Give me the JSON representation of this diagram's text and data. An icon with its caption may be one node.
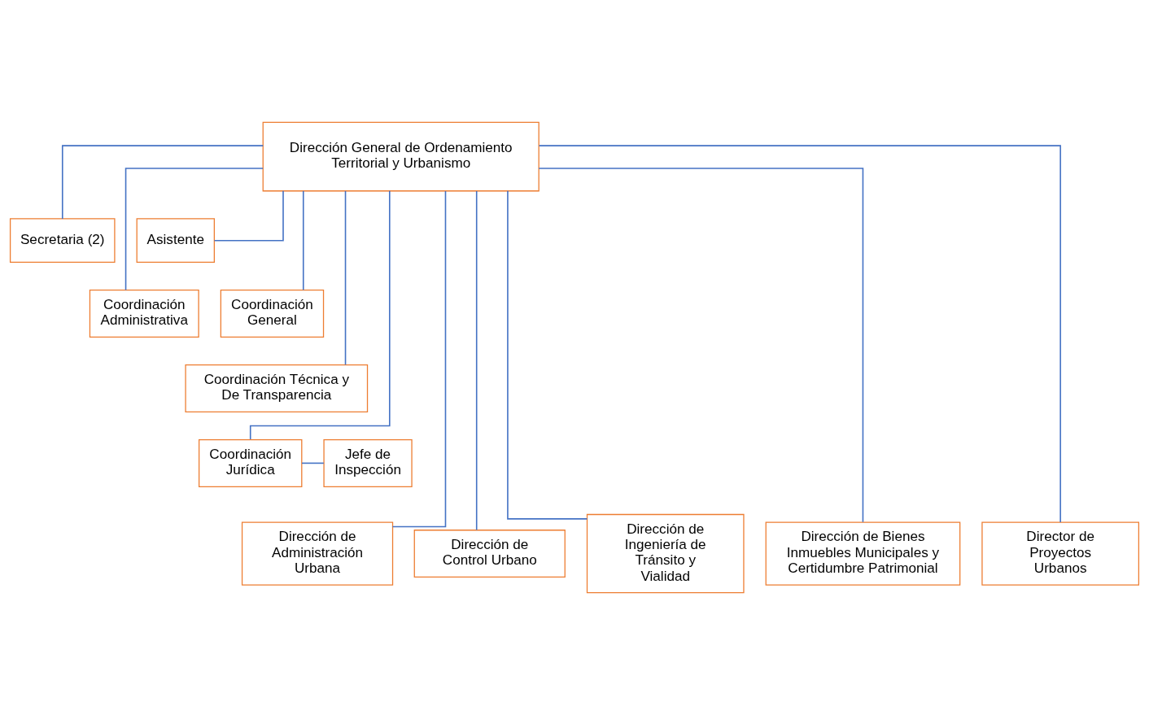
{
  "diagram": {
    "nodes": [
      {
        "text": [
          "Dirección General de Ordenamiento Territorial y Urbanismo"
        ]
      },
      {
        "text": [
          "Secretaria (2)"
        ]
      },
      {
        "text": [
          "Asistente"
        ]
      },
      {
        "text": [
          "Coordinación Administrativa"
        ]
      },
      {
        "text": [
          "Coordinación General"
        ]
      },
      {
        "text": [
          "Coordinación Técnica y De Transparencia"
        ]
      },
      {
        "text": [
          "Jefe de Inspección"
        ]
      },
      {
        "text": [
          "Coordinación Jurídica"
        ]
      },
      {
        "text": [
          "Dirección de Administración Urbana"
        ]
      },
      {
        "text": [
          "Dirección de Control Urbano"
        ]
      },
      {
        "text": [
          "Dirección de Ingeniería de Tránsito y Vialidad"
        ]
      },
      {
        "text": [
          "Dirección de Bienes Inmuebles Municipales y Certidumbre Patrimonial"
        ]
      },
      {
        "text": [
          "Director de Proyectos Urbanos"
        ]
      }
    ],
    "edges": [
      {
        "from": 0,
        "to": 1,
        "arrow": "none"
      },
      {
        "from": 0,
        "to": 2,
        "arrow": "none"
      },
      {
        "from": 0,
        "to": 3,
        "arrow": "none"
      },
      {
        "from": 0,
        "to": 4,
        "arrow": "none"
      },
      {
        "from": 0,
        "to": 5,
        "arrow": "none"
      },
      {
        "from": 0,
        "to": 7,
        "arrow": "none"
      },
      {
        "from": 7,
        "to": 6,
        "arrow": "none"
      },
      {
        "from": 0,
        "to": 8,
        "arrow": "none"
      },
      {
        "from": 0,
        "to": 9,
        "arrow": "none"
      },
      {
        "from": 0,
        "to": 10,
        "arrow": "none"
      },
      {
        "from": 0,
        "to": 11,
        "arrow": "none"
      },
      {
        "from": 0,
        "to": 12,
        "arrow": "none"
      }
    ]
  }
}
